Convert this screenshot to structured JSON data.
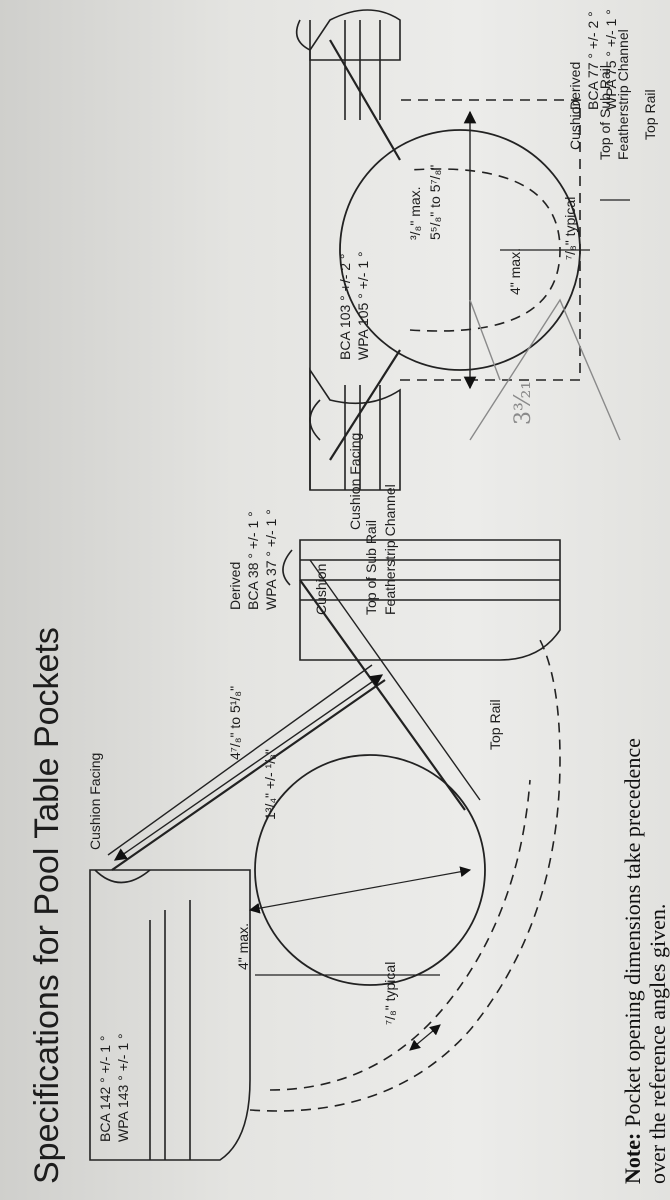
{
  "title": "Specifications for Pool Table Pockets",
  "corner_pocket": {
    "angle_labels": [
      "BCA 142 ° +/- 1 °",
      "WPA 143 ° +/- 1 °"
    ],
    "cushion_facing": "Cushion Facing",
    "mouth_width": "4⁷/₈\" to 5¹/₈\"",
    "throat_depth": "1³/₄\" +/- ¹/₈\"",
    "max_dimension": "4\" max.",
    "typical": "⁷/₈\" typical",
    "top_rail": "Top Rail",
    "derived_title": "Derived",
    "derived_lines": [
      "BCA 38 ° +/- 1 °",
      "WPA 37 ° +/- 1 °"
    ],
    "cushion": "Cushion",
    "top_of_sub_rail": "Top of Sub Rail",
    "featherstrip_channel": "Featherstrip Channel"
  },
  "side_pocket": {
    "angle_labels": [
      "BCA 103 ° +/- 2 °",
      "WPA 105 ° +/- 1 °"
    ],
    "cushion_facing": "Cushion Facing",
    "mouth_width": "5⁵/₈\" to 5⁷/₈\"",
    "shelf_max": "³/₈\" max.",
    "max_dimension": "4\" max.",
    "typical": "⁷/₈\" typical",
    "derived_title": "Derived",
    "derived_lines": [
      "BCA 77 ° +/- 2 °",
      "WPA 75 ° +/- 1 °"
    ],
    "cushion": "Cushion",
    "top_of_sub_rail": "Top of Sub Rail",
    "featherstrip_channel": "Featherstrip Channel",
    "top_rail": "Top Rail"
  },
  "note": {
    "label": "Note:",
    "line1": "Pocket opening dimensions take precedence",
    "line2": "over the reference angles given."
  },
  "handwritten": "3³⁄₂₁"
}
